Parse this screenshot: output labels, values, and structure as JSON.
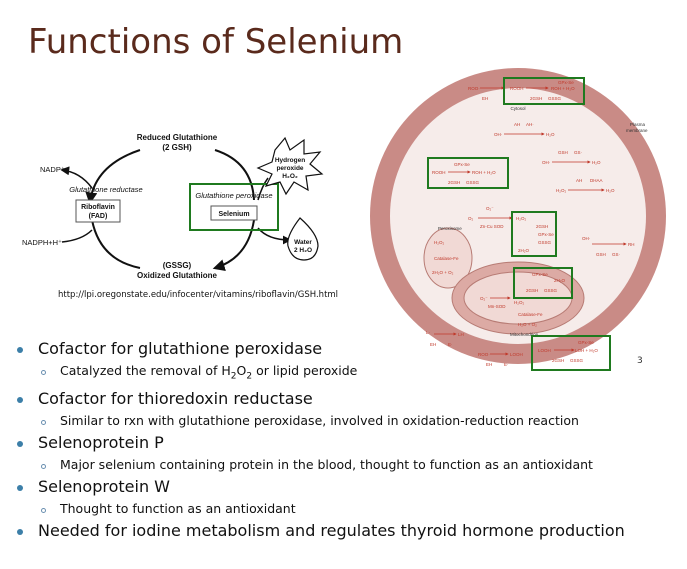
{
  "title": "Functions of Selenium",
  "left_diagram": {
    "reduced_glutathione": "Reduced Glutathione",
    "reduced_glutathione_sub": "(2 GSH)",
    "nadp": "NADP⁺",
    "nadph": "NADPH+H⁺",
    "glutathione_reductase": "Glutathione reductase",
    "riboflavin": "Riboflavin",
    "fad": "(FAD)",
    "glutathione_peroxidase": "Glutathione peroxidase",
    "selenium": "Selenium",
    "hydrogen_peroxide_1": "Hydrogen",
    "hydrogen_peroxide_2": "peroxide",
    "hydrogen_peroxide_3": "H₂O₂",
    "water_1": "Water",
    "water_2": "2 H₂O",
    "gssg": "(GSSG)",
    "oxidized_glutathione": "Oxidized Glutathione"
  },
  "source_url": "http://lpi.oregonstate.edu/infocenter/vitamins/riboflavin/GSH.html",
  "right_diagram": {
    "cytosol": "Cytosol",
    "plasma_membrane_1": "Plasma",
    "plasma_membrane_2": "membrane",
    "peroxisome": "Peroxisome",
    "mitochondrion": "Mitochondrion",
    "gpx_se": "GPx-Se",
    "rooh": "ROOH",
    "roh_h2o": "ROH + H₂O",
    "gsh2": "2GSH",
    "gssg": "GSSG",
    "catalase_fe": "Catalase-Fe",
    "zn_cu_sod": "Zn-Cu SOD",
    "mn_sod": "Mn-SOD",
    "h2o2": "H₂O₂",
    "h2o": "H₂O",
    "two_h2o": "2H₂O",
    "o2": "O₂",
    "o2_radical": "O₂⁻",
    "ah": "AH",
    "ah_radical": "AH·",
    "dhaa": "DHAA",
    "gsh": "GSH",
    "gs_radical": "GS·",
    "oh_radical": "OH·",
    "rh": "RH",
    "looh": "LOOH",
    "loh_h2o": "LOH + H₂O",
    "l_radical": "L·",
    "lh": "LH",
    "e_radical": "E·",
    "eh": "EH",
    "roo": "ROO·",
    "two_h2o_o2": "2H₂O + O₂",
    "h2o_o2": "H₂O + O₂"
  },
  "page_number": "3",
  "bullets": [
    {
      "text": "Cofactor for glutathione peroxidase",
      "sub": {
        "pre": "Catalyzed the removal of H",
        "s1": "2",
        "mid": "O",
        "s2": "2",
        "post": " or lipid peroxide"
      }
    },
    {
      "text": "Cofactor for thioredoxin reductase",
      "sub": {
        "pre": "Similar to rxn with glutathione peroxidase, involved in oxidation-reduction reaction"
      }
    },
    {
      "text": "Selenoprotein P",
      "sub": {
        "pre": "Major selenium containing protein in the blood, thought to function as an antioxidant"
      }
    },
    {
      "text": "Selenoprotein W",
      "sub": {
        "pre": "Thought to function as an antioxidant"
      }
    },
    {
      "text": "Needed for iodine metabolism and regulates thyroid hormone production"
    }
  ],
  "colors": {
    "title": "#5a2a1c",
    "ring": "#c98b86",
    "ring_inner": "#f6ecea",
    "mito": "#dcaaa4",
    "highlight_box": "#1f7a1f",
    "bullet": "#3c7fa8"
  }
}
